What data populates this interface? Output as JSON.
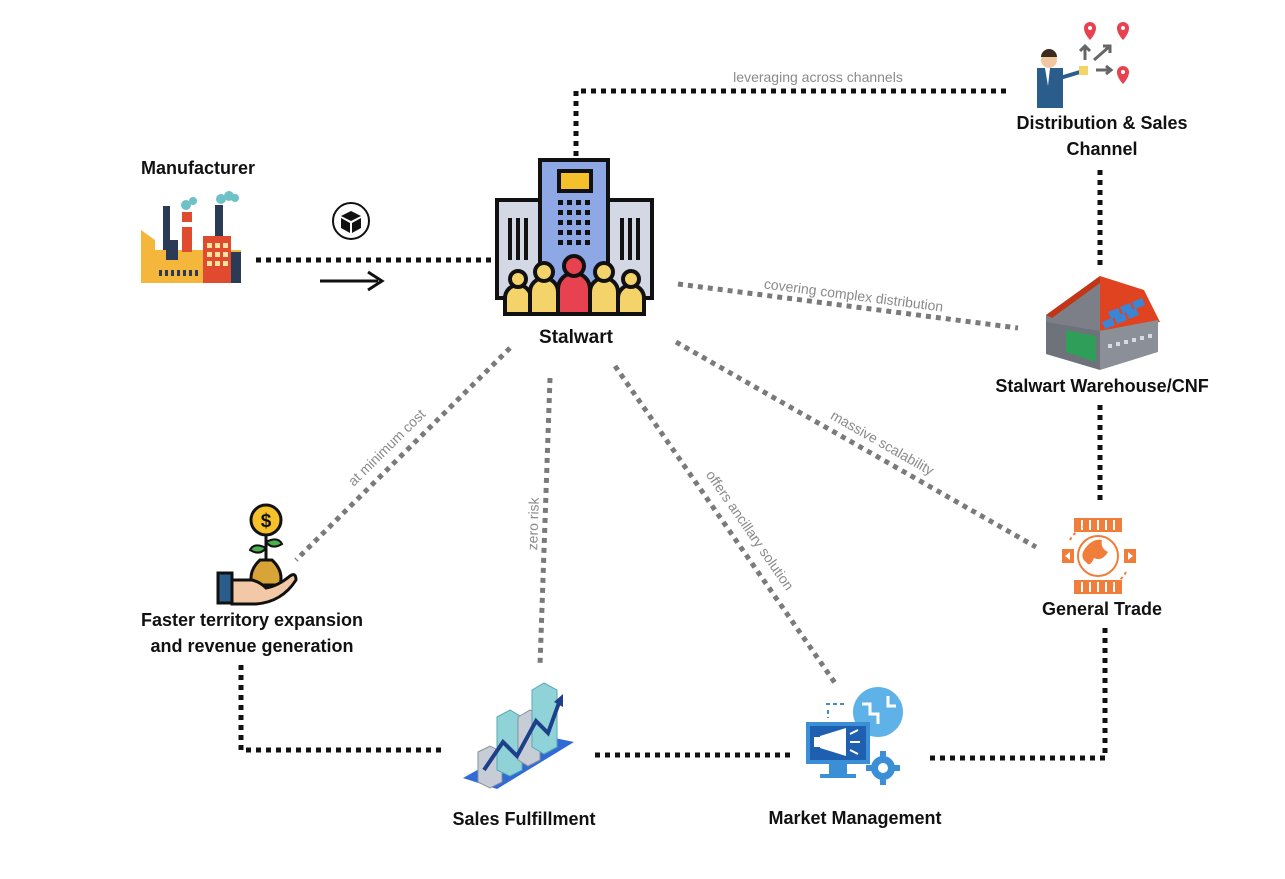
{
  "nodes": {
    "manufacturer": "Manufacturer",
    "stalwart": "Stalwart",
    "distribution_line1": "Distribution & Sales",
    "distribution_line2": "Channel",
    "warehouse": "Stalwart Warehouse/CNF",
    "general_trade": "General Trade",
    "faster_line1": "Faster territory expansion",
    "faster_line2": "and revenue generation",
    "sales_fulfillment": "Sales Fulfillment",
    "market_management": "Market Management"
  },
  "edges": {
    "leveraging": "leveraging across channels",
    "covering": "covering complex distribution",
    "scalability": "massive scalability",
    "ancillary": "offers ancillary solution",
    "zero_risk": "zero risk",
    "min_cost": "at minimum cost"
  },
  "icons": {
    "manufacturer": "factory-icon",
    "stalwart": "office-building-people-icon",
    "distribution": "presenter-location-pins-icon",
    "warehouse": "warehouse-icon",
    "general_trade": "global-trade-containers-icon",
    "faster": "money-plant-hand-icon",
    "sales": "growth-bar-chart-icon",
    "market": "marketing-monitor-megaphone-icon",
    "package": "package-box-icon",
    "arrow": "right-arrow-icon"
  },
  "colors": {
    "connector_dark": "#111111",
    "connector_gray": "#7a7a7a",
    "warehouse_roof": "#e0431f",
    "general_trade": "#f07d3a",
    "market_blue": "#3a8fd6",
    "sales_teal": "#8fd3d9",
    "stalwart_blue": "#8ea8e6",
    "coin_yellow": "#f4c12b"
  }
}
